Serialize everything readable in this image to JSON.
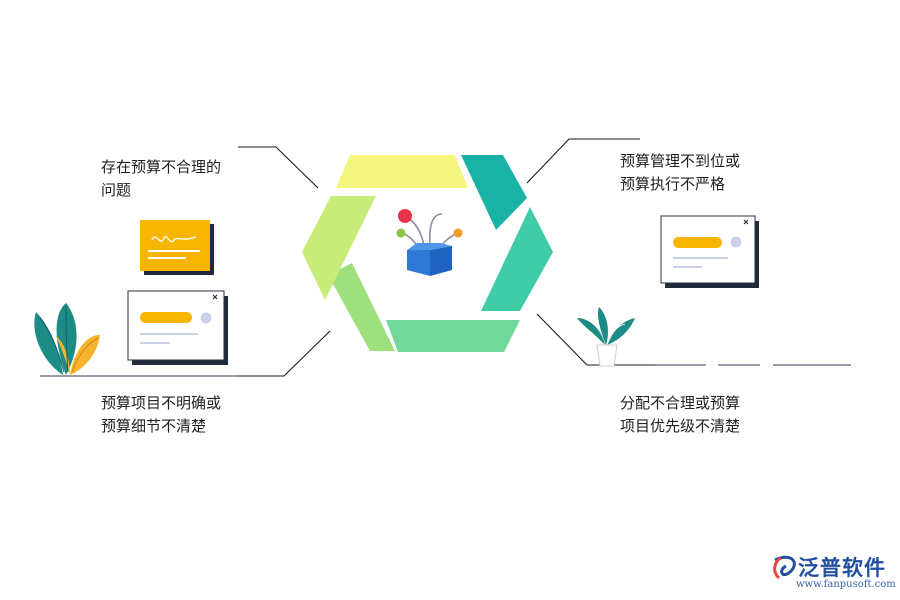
{
  "labels": {
    "top_left": [
      "存在预算不合理的",
      "问题"
    ],
    "top_right": [
      "预算管理不到位或",
      "预算执行不严格"
    ],
    "bottom_left": [
      "预算项目不明确或",
      "预算细节不清楚"
    ],
    "bottom_right": [
      "分配不合理或预算",
      "项目优先级不清楚"
    ]
  },
  "brand": {
    "name": "泛普软件",
    "url": "www.fanpusoft.com"
  },
  "colors": {
    "segment_top": "#f3f57c",
    "segment_upper_right": "#19b3a6",
    "segment_lower_right": "#3fcca6",
    "segment_bottom": "#6fd89a",
    "segment_lower_left": "#9ee07e",
    "segment_upper_left": "#c8ec7a",
    "box": "#2e7ad6",
    "node_red": "#e8334a",
    "node_green": "#8bc34a",
    "node_orange": "#f39b2b",
    "card_yellow": "#f7b500",
    "leaf_teal": "#1d8c86",
    "leaf_yellow": "#f7b32b",
    "brand": "#244f9e"
  }
}
